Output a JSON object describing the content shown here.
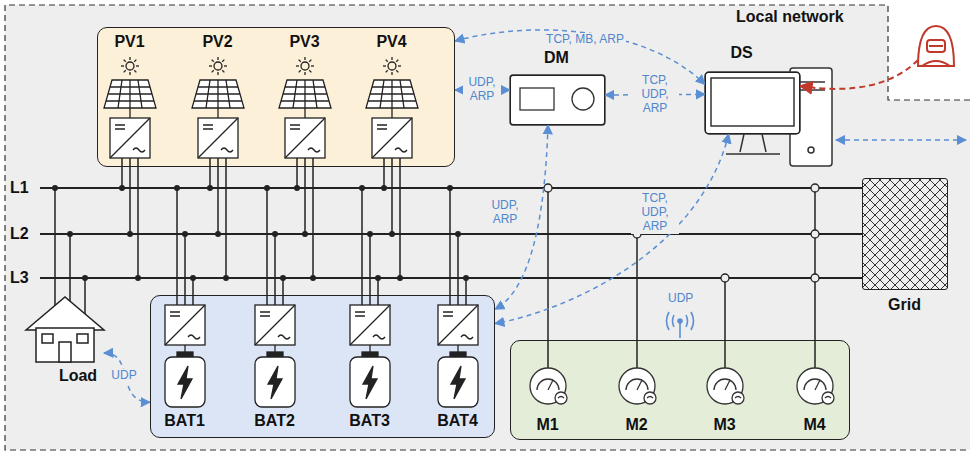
{
  "diagram": {
    "nodes": [
      {
        "text": [
          "Local network"
        ]
      },
      {
        "text": [
          "PV1",
          "PV2",
          "PV3",
          "PV4"
        ],
        "in": 0
      },
      {
        "text": [
          "DM"
        ],
        "in": 0
      },
      {
        "text": [
          "DS"
        ],
        "in": 0
      },
      {
        "text": [
          "Grid"
        ],
        "in": 0
      },
      {
        "text": [
          "Load"
        ],
        "in": 0
      },
      {
        "text": [
          "BAT1",
          "BAT2",
          "BAT3",
          "BAT4"
        ],
        "in": 0
      },
      {
        "text": [
          "M1",
          "M2",
          "M3",
          "M4"
        ],
        "in": 0
      }
    ],
    "edges": [
      {
        "from": 1,
        "to": 3,
        "label": "TCP, MB, ARP",
        "arrow": "both"
      },
      {
        "from": 1,
        "to": 2,
        "label": "UDP, ARP",
        "arrow": "both"
      },
      {
        "from": 2,
        "to": 3,
        "label": "TCP, UDP, ARP",
        "arrow": "both"
      },
      {
        "from": 2,
        "to": 6,
        "label": "UDP, ARP",
        "arrow": "both"
      },
      {
        "from": 3,
        "to": 6,
        "label": "TCP, UDP, ARP",
        "arrow": "both"
      },
      {
        "from": 5,
        "to": 6,
        "label": "UDP",
        "arrow": "both"
      }
    ],
    "labels": [
      "L1",
      "L2",
      "L3",
      "UDP"
    ]
  }
}
